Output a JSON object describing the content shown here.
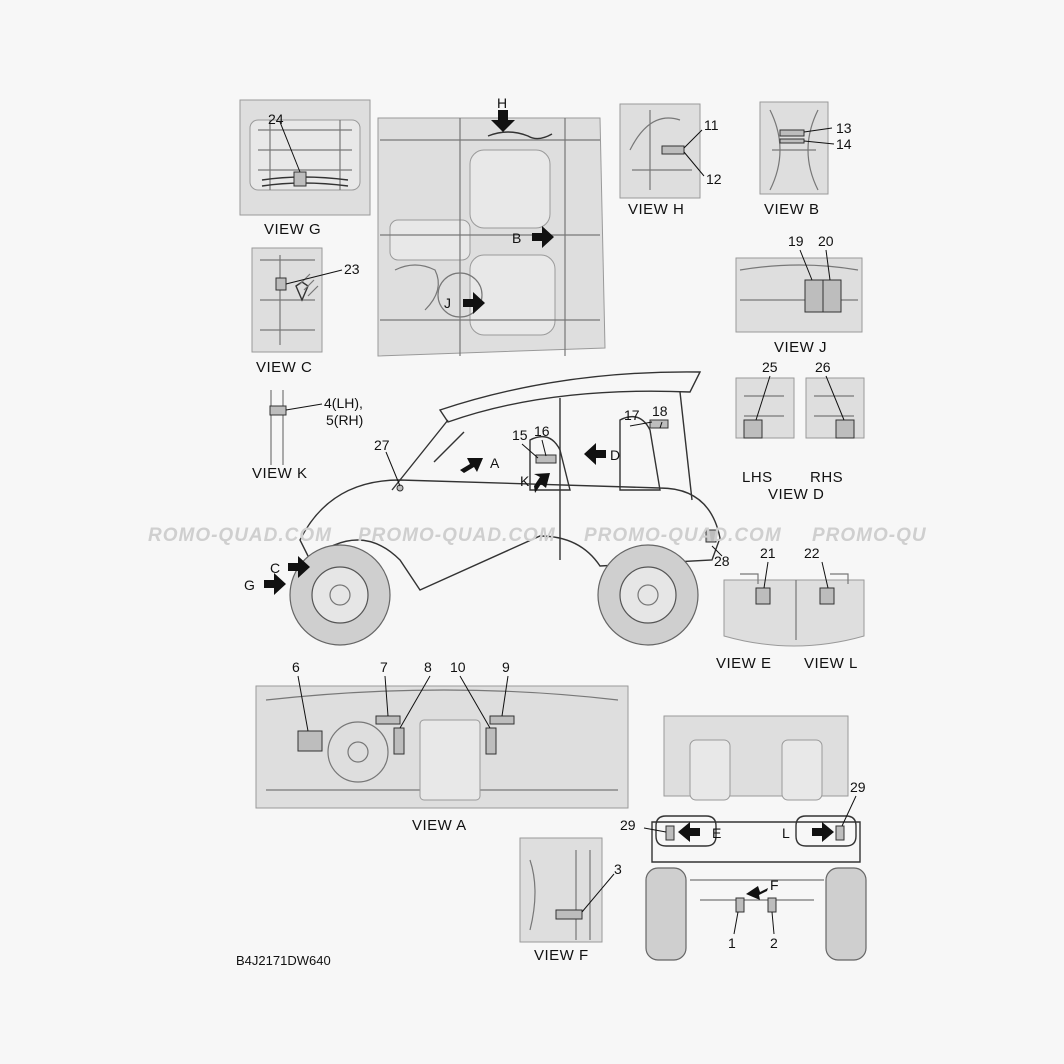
{
  "drawing": {
    "code": "B4J2171DW640",
    "watermark": "PROMO-QUAD.COM",
    "watermark_cut_left": "ROMO-QUAD.COM",
    "watermark_cut_right": "PROMO-QU"
  },
  "views": {
    "g": "VIEW G",
    "c": "VIEW C",
    "h": "VIEW H",
    "b": "VIEW B",
    "j": "VIEW J",
    "k": "VIEW K",
    "d": "VIEW D",
    "e": "VIEW E",
    "l": "VIEW L",
    "a": "VIEW A",
    "f": "VIEW F"
  },
  "sides": {
    "lhs": "LHS",
    "rhs": "RHS"
  },
  "pointers": {
    "a": "A",
    "b": "B",
    "c": "C",
    "d": "D",
    "e": "E",
    "f": "F",
    "g": "G",
    "h": "H",
    "j": "J",
    "k": "K",
    "l": "L"
  },
  "callouts": {
    "n1": "1",
    "n2": "2",
    "n3": "3",
    "n4": "4(LH),",
    "n5": "5(RH)",
    "n6": "6",
    "n7": "7",
    "n8": "8",
    "n9": "9",
    "n10": "10",
    "n11": "11",
    "n12": "12",
    "n13": "13",
    "n14": "14",
    "n15": "15",
    "n16": "16",
    "n17": "17",
    "n18": "18",
    "n19": "19",
    "n20": "20",
    "n21": "21",
    "n22": "22",
    "n23": "23",
    "n24": "24",
    "n25": "25",
    "n26": "26",
    "n27": "27",
    "n28": "28",
    "n29": "29"
  }
}
